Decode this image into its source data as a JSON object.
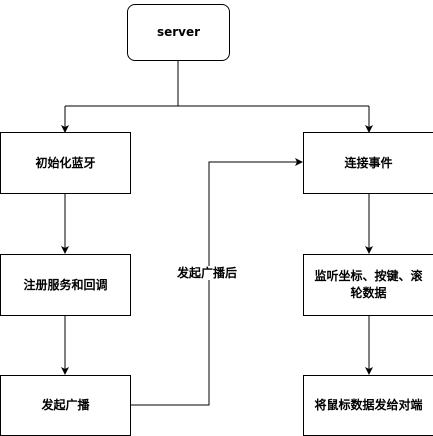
{
  "nodes": {
    "server": "server",
    "init_bt": "初始化蓝牙",
    "register": "注册服务和回调",
    "advertise": "发起广播",
    "connect": "连接事件",
    "listen": "监听坐标、按键、滚轮数据",
    "send": "将鼠标数据发给对端"
  },
  "edges": {
    "after_advertise": "发起广播后"
  },
  "colors": {
    "stroke": "#000000",
    "background": "#ffffff"
  }
}
